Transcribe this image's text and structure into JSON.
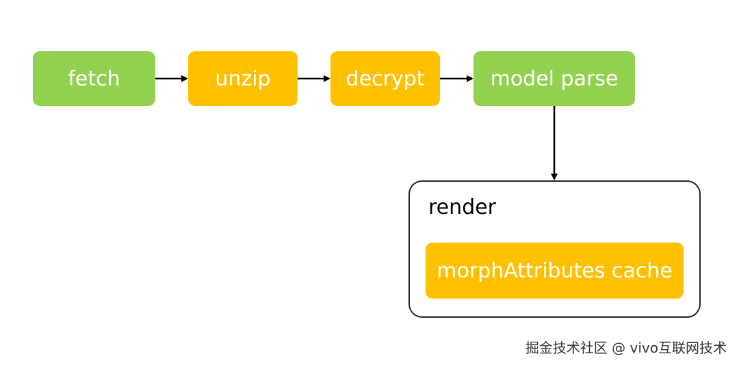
{
  "diagram": {
    "nodes": {
      "fetch": {
        "label": "fetch",
        "color": "#92d050"
      },
      "unzip": {
        "label": "unzip",
        "color": "#ffc000"
      },
      "decrypt": {
        "label": "decrypt",
        "color": "#ffc000"
      },
      "model_parse": {
        "label": "model parse",
        "color": "#92d050"
      }
    },
    "render": {
      "title": "render",
      "inner": {
        "label": "morphAttributes cache",
        "color": "#ffc000"
      }
    },
    "edges": [
      {
        "from": "fetch",
        "to": "unzip"
      },
      {
        "from": "unzip",
        "to": "decrypt"
      },
      {
        "from": "decrypt",
        "to": "model_parse"
      },
      {
        "from": "model_parse",
        "to": "render"
      }
    ]
  },
  "watermark": "掘金技术社区 @ vivo互联网技术"
}
